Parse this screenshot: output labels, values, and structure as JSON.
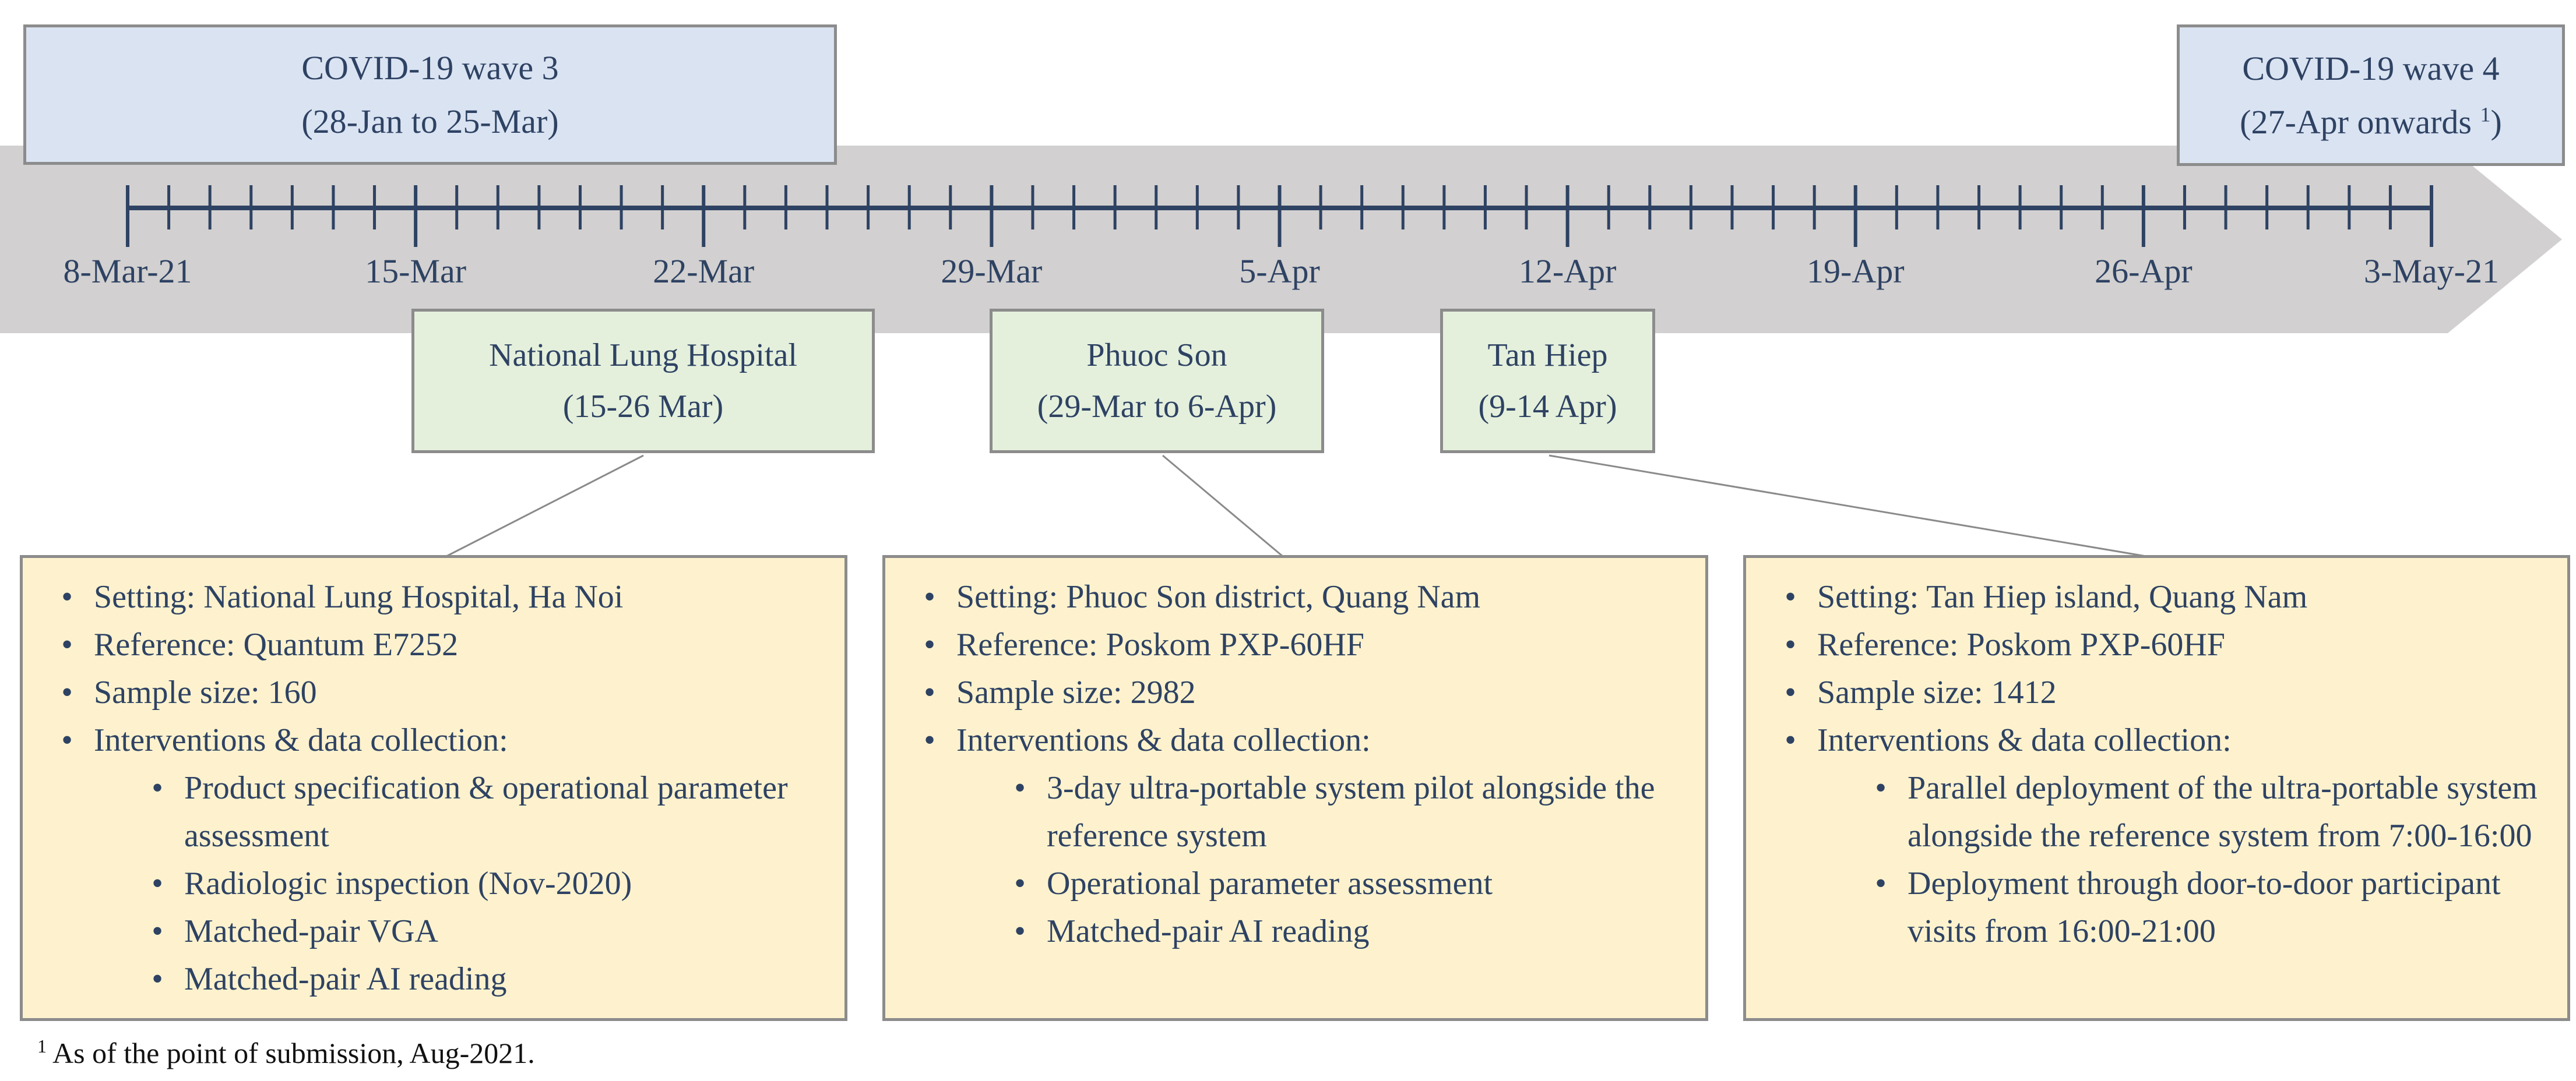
{
  "figure": {
    "description": "Study timeline diagram with COVID-19 waves, date ruler arrow, three study sites and their intervention details"
  },
  "colors": {
    "band_gray": "#d2d0d0",
    "navy": "#2e4263",
    "wave_blue_fill": "#dae3f2",
    "site_green_fill": "#e4f0dc",
    "detail_yellow_fill": "#fdf2cd",
    "box_border_gray": "#8c8c8c",
    "connector_gray": "#8a8a8a",
    "footnote_black": "#111111"
  },
  "waves": {
    "wave3": {
      "line1": "COVID-19 wave 3",
      "line2": "(28-Jan to 25-Mar)"
    },
    "wave4": {
      "line1": "COVID-19 wave 4",
      "line2_pre": "(27-Apr onwards ",
      "sup": "1",
      "line2_post": ")"
    }
  },
  "timeline": {
    "major_every": 7,
    "labels": [
      "8-Mar-21",
      "15-Mar",
      "22-Mar",
      "29-Mar",
      "5-Apr",
      "12-Apr",
      "19-Apr",
      "26-Apr",
      "3-May-21"
    ]
  },
  "sites": [
    {
      "name": "National Lung Hospital",
      "dates": "(15-26 Mar)",
      "details": [
        {
          "text": "Setting: National Lung Hospital, Ha Noi"
        },
        {
          "text": "Reference: Quantum E7252"
        },
        {
          "text": "Sample size: 160"
        },
        {
          "text": "Interventions & data collection:",
          "children": [
            "Product specification & operational parameter assessment",
            "Radiologic inspection (Nov-2020)",
            "Matched-pair VGA",
            "Matched-pair AI reading"
          ]
        }
      ]
    },
    {
      "name": "Phuoc Son",
      "dates": "(29-Mar to 6-Apr)",
      "details": [
        {
          "text": "Setting: Phuoc Son district, Quang Nam"
        },
        {
          "text": "Reference: Poskom PXP-60HF"
        },
        {
          "text": "Sample size: 2982"
        },
        {
          "text": "Interventions & data collection:",
          "children": [
            "3-day ultra-portable system pilot alongside the reference system",
            "Operational parameter assessment",
            "Matched-pair AI reading"
          ]
        }
      ]
    },
    {
      "name": "Tan Hiep",
      "dates": "(9-14 Apr)",
      "details": [
        {
          "text": "Setting: Tan Hiep island, Quang Nam"
        },
        {
          "text": "Reference: Poskom PXP-60HF"
        },
        {
          "text": "Sample size: 1412"
        },
        {
          "text": "Interventions & data collection:",
          "children": [
            "Parallel deployment of the ultra-portable system alongside the reference system from 7:00-16:00",
            "Deployment through door-to-door participant visits from 16:00-21:00"
          ]
        }
      ]
    }
  ],
  "footnote": {
    "sup": "1",
    "text": "As of the point of submission, Aug-2021."
  }
}
